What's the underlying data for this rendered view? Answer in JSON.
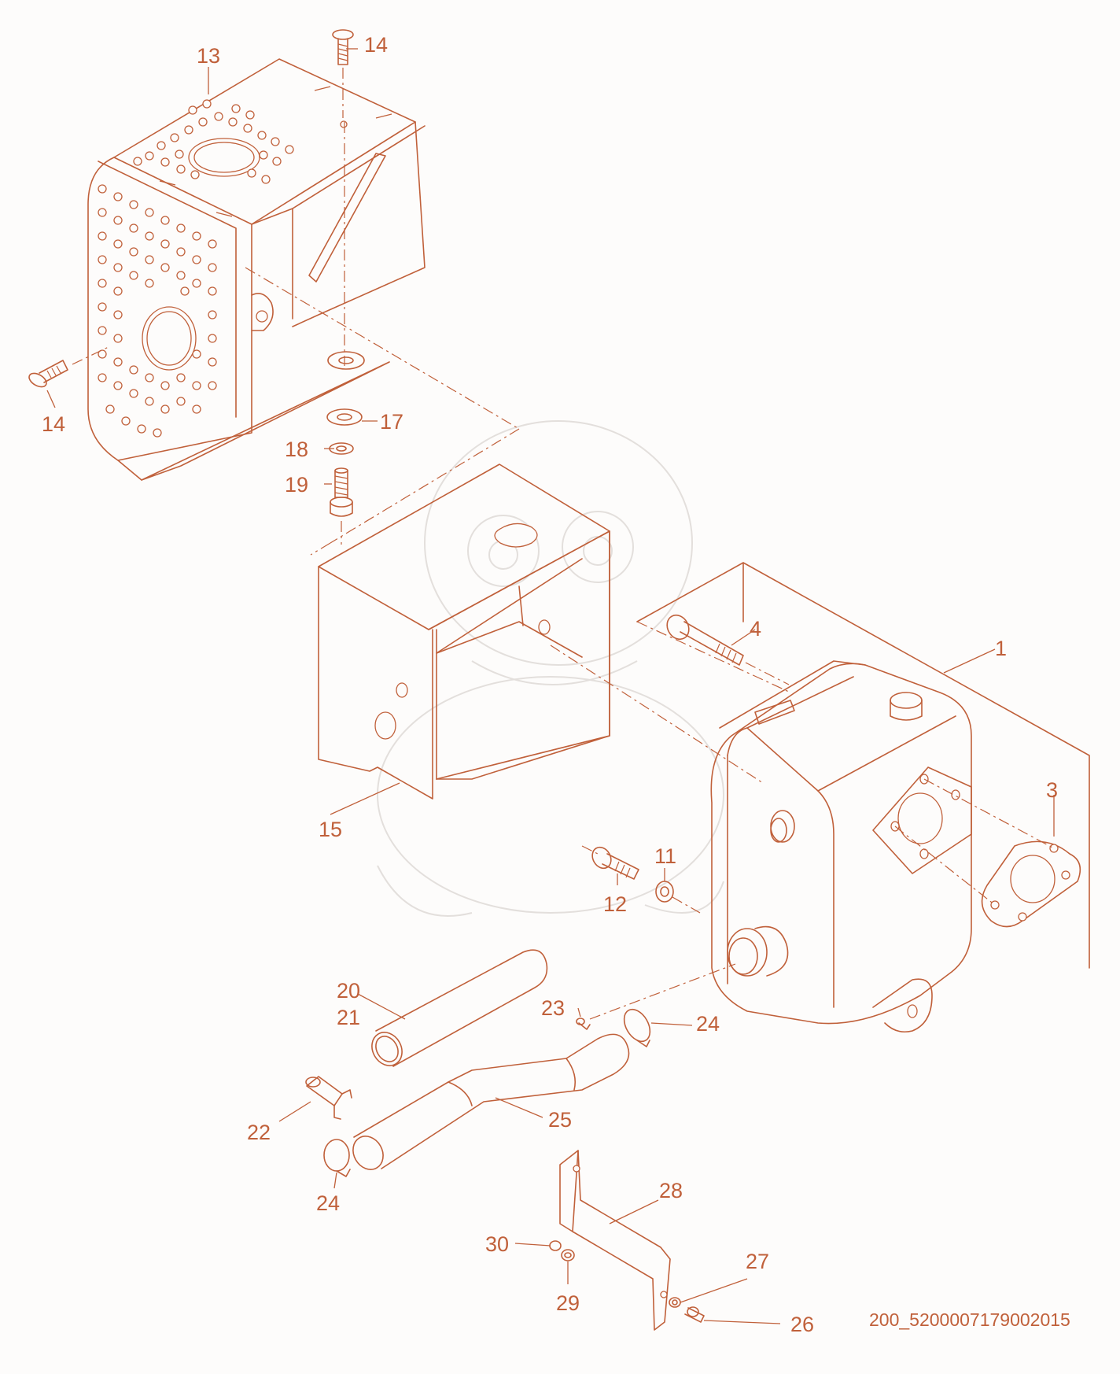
{
  "drawing_code": "200_5200007179002015",
  "colors": {
    "line": "#c0603a",
    "background": "#fdfcfb",
    "watermark": "#e3dfdc"
  },
  "callouts": {
    "c1": "1",
    "c3": "3",
    "c4": "4",
    "c11": "11",
    "c12": "12",
    "c13": "13",
    "c14a": "14",
    "c14b": "14",
    "c15": "15",
    "c17": "17",
    "c18": "18",
    "c19": "19",
    "c20": "20",
    "c21": "21",
    "c22": "22",
    "c23": "23",
    "c24a": "24",
    "c24b": "24",
    "c25": "25",
    "c26": "26",
    "c27": "27",
    "c28": "28",
    "c29": "29",
    "c30": "30"
  }
}
